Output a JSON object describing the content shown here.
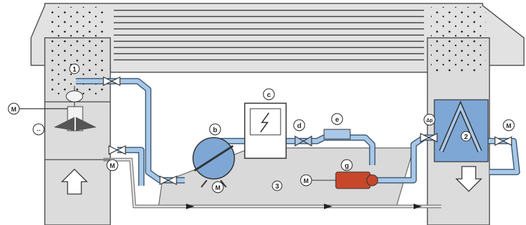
{
  "labels": {
    "inlet_number": "1",
    "outlet_number": "2",
    "pump_label": "b",
    "control_cabinet": "c",
    "valve_d": "d",
    "filter_e": "e",
    "pump_g": "g",
    "line_3": "3",
    "motor": "M",
    "delta_p": "Δp",
    "damper": "↔"
  },
  "colors": {
    "duct_grey": "#dcdcdc",
    "duct_outline": "#555555",
    "pipe_blue": "#a9c8e8",
    "pipe_outline": "#3e5c7a",
    "base_plate": "#d8d8d8",
    "pump_red": "#c8472b",
    "tank_blue": "#7ea7d6"
  },
  "icons": [
    "arrow-up-icon",
    "arrow-down-icon",
    "motor-icon",
    "lightning-icon",
    "valve-icon",
    "check-valve-icon"
  ]
}
